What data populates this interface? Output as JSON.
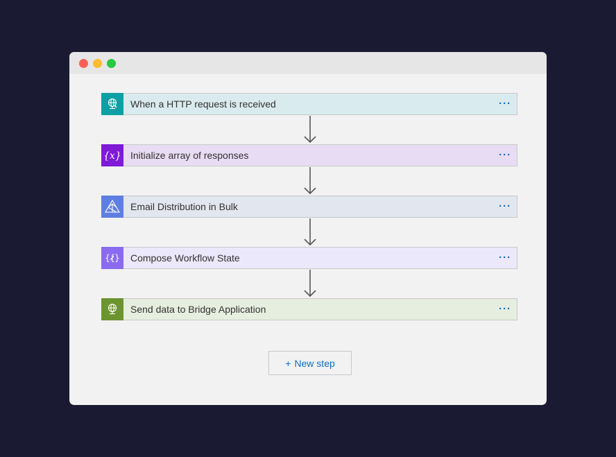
{
  "steps": [
    {
      "label": "When a HTTP request is received",
      "icon": "http-request-icon",
      "icon_bg": "#0c9fa3",
      "bar_bg": "#d9ebee"
    },
    {
      "label": "Initialize array of responses",
      "icon": "variable-icon",
      "icon_bg": "#7f1ad6",
      "bar_bg": "#e8dcf4"
    },
    {
      "label": "Email Distribution in Bulk",
      "icon": "email-distribution-icon",
      "icon_bg": "#5f7ee3",
      "bar_bg": "#e2e6ef"
    },
    {
      "label": "Compose Workflow State",
      "icon": "compose-icon",
      "icon_bg": "#8a6bf0",
      "bar_bg": "#ece8fb"
    },
    {
      "label": "Send data to Bridge Application",
      "icon": "http-globe-icon",
      "icon_bg": "#6c9530",
      "bar_bg": "#e5eedf"
    }
  ],
  "more_label": "···",
  "new_step": {
    "plus": "+",
    "label": "New step"
  }
}
